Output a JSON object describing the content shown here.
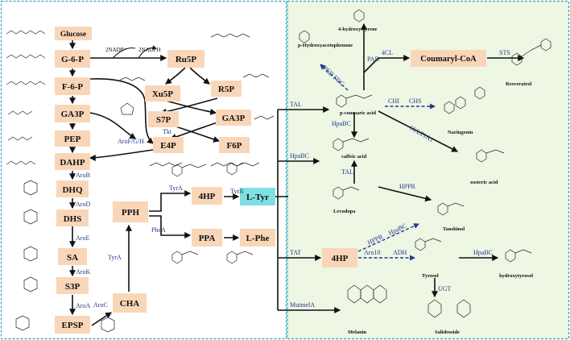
{
  "colors": {
    "node_fill": "#f9d6b8",
    "highlight_fill": "#7fe0e3",
    "right_panel_bg": "#eef6e4",
    "panel_border": "#2aa5b8",
    "enzyme_text": "#1f3c8a"
  },
  "nodes": {
    "glucose": "Glucose",
    "g6p": "G-6-P",
    "f6p": "F-6-P",
    "ga3p_left": "GA3P",
    "pep": "PEP",
    "dahp": "DAHP",
    "dhq": "DHQ",
    "dhs": "DHS",
    "sa": "SA",
    "s3p": "S3P",
    "epsp": "EPSP",
    "ru5p": "Ru5P",
    "xu5p": "Xu5P",
    "r5p": "R5P",
    "s7p": "S7P",
    "ga3p_right": "GA3P",
    "e4p": "E4P",
    "f6p_right": "F6P",
    "cha": "CHA",
    "pph": "PPH",
    "hp4_upper": "4HP",
    "ppa": "PPA",
    "ltyr": "L-Tyr",
    "lphe": "L-Phe",
    "coumaryl_coa": "Coumaryl-CoA",
    "hp4_lower": "4HP"
  },
  "cofactors": {
    "nadp": "2NADP⁺",
    "nadph": "2NADPH"
  },
  "enzymes": {
    "aroFGH": "AroF/G/H",
    "tkt": "Tkt",
    "aroB": "AroB",
    "aroD": "AroD",
    "aroE": "AroE",
    "aroK": "AroK",
    "aroA": "AroA",
    "aroC": "AroC",
    "tyrA_cha": "TyrA",
    "tyrA_pph": "TyrA",
    "pheA": "PheA",
    "tyrB": "TyrB",
    "tal_main": "TAL",
    "hpaBC_main": "HpaBC",
    "tat": "TAT",
    "mutmelA": "MutmelA",
    "ped_fdc": "PED FDC",
    "pad": "PAD",
    "fourcl": "4CL",
    "sts": "STS",
    "chi": "CHI",
    "chs": "CHS",
    "hpaBC_caffeic": "HpaBC",
    "sult1a1": "SULT1A1",
    "tal_dopa": "TAL",
    "hppr_dopa": "HPPR",
    "hppr_4hp": "HPPR",
    "hpaBC_4hp": "HpaBC",
    "aro10": "Aro10",
    "adh": "ADH",
    "hpaBC_tyrosol": "HpaBC",
    "ugt": "UGT"
  },
  "compounds": {
    "hydroxyacetophenone": "p-Hydroxyacetophenone",
    "hydroxystyrene": "4-hydroxystyrene",
    "resveratrol": "Resveratrol",
    "coumaric_acid": "p-coumaric acid",
    "naringenin": "Naringenin",
    "caffeic_acid": "caffeic acid",
    "levodopa": "Levodopa",
    "zosteric_acid": "zosteric acid",
    "tanshinol": "Tanshinol",
    "tyrosol": "Tyrosol",
    "hydroxytyrosol": "hydroxytyrosol",
    "melanin": "Melanin",
    "salidroside": "Salidroside"
  }
}
